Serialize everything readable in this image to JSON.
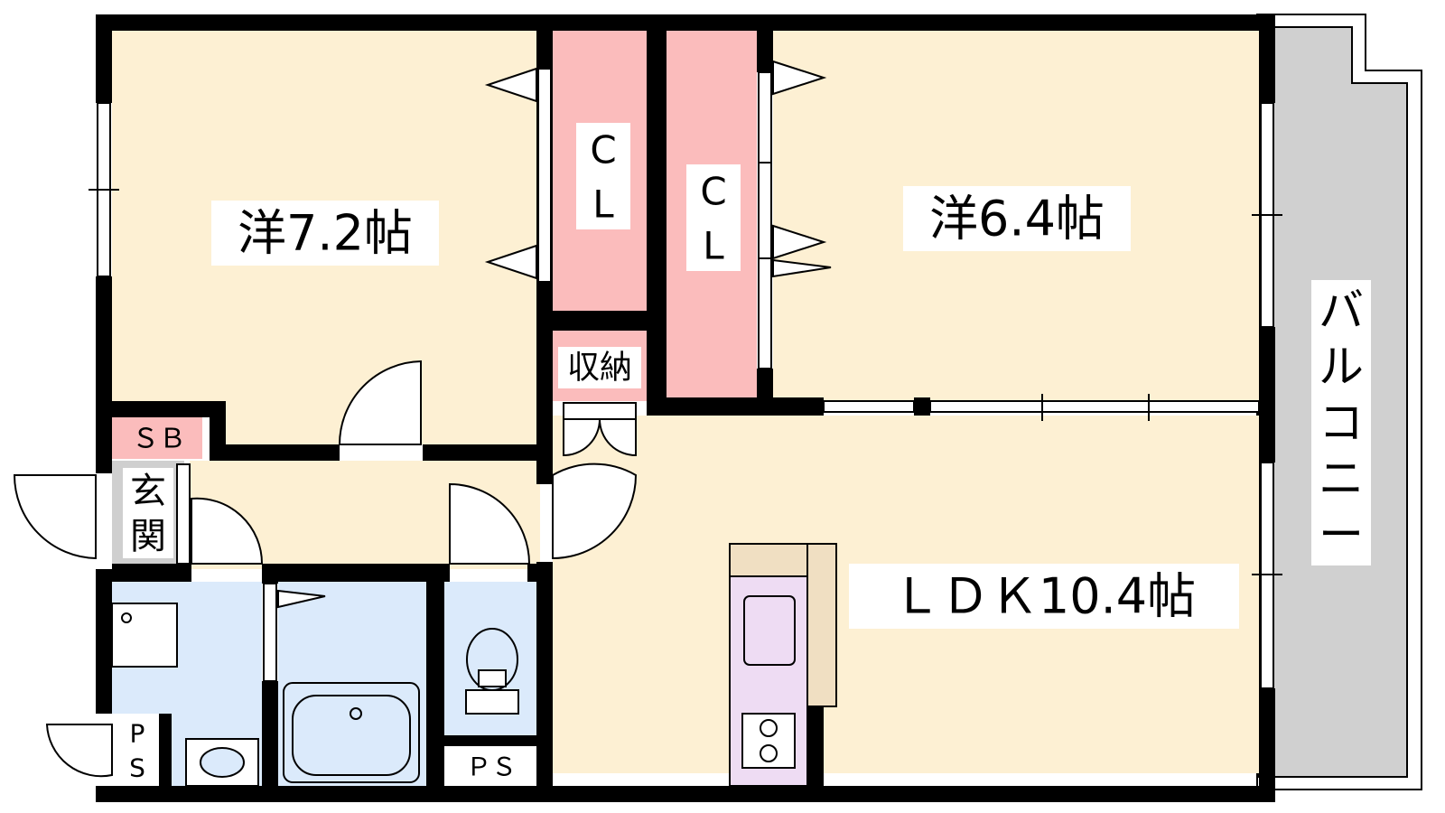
{
  "rooms": {
    "west_bedroom": {
      "label": "洋7.2帖"
    },
    "east_bedroom": {
      "label": "洋6.4帖"
    },
    "ldk": {
      "label": "ＬＤＫ10.4帖"
    },
    "closet_left": {
      "label_top": "C",
      "label_bottom": "L"
    },
    "closet_right": {
      "label_top": "C",
      "label_bottom": "L"
    },
    "storage": {
      "label": "収納"
    },
    "shoe_box": {
      "label": "ＳＢ"
    },
    "entrance": {
      "label_top": "玄",
      "label_bottom": "関"
    },
    "balcony": {
      "chars": [
        "バ",
        "ル",
        "コ",
        "ニ",
        "ー"
      ]
    },
    "ps_left": {
      "label_top": "P",
      "label_bottom": "S"
    },
    "ps_bottom": {
      "label": "ＰＳ"
    }
  },
  "colors": {
    "wall": "#000000",
    "room_floor": "#fdf0d3",
    "closet": "#fbbcbc",
    "wet_area": "#dbeafb",
    "kitchen": "#eedcf3",
    "counter": "#f0dfc2",
    "balcony": "#d0d0d0"
  }
}
